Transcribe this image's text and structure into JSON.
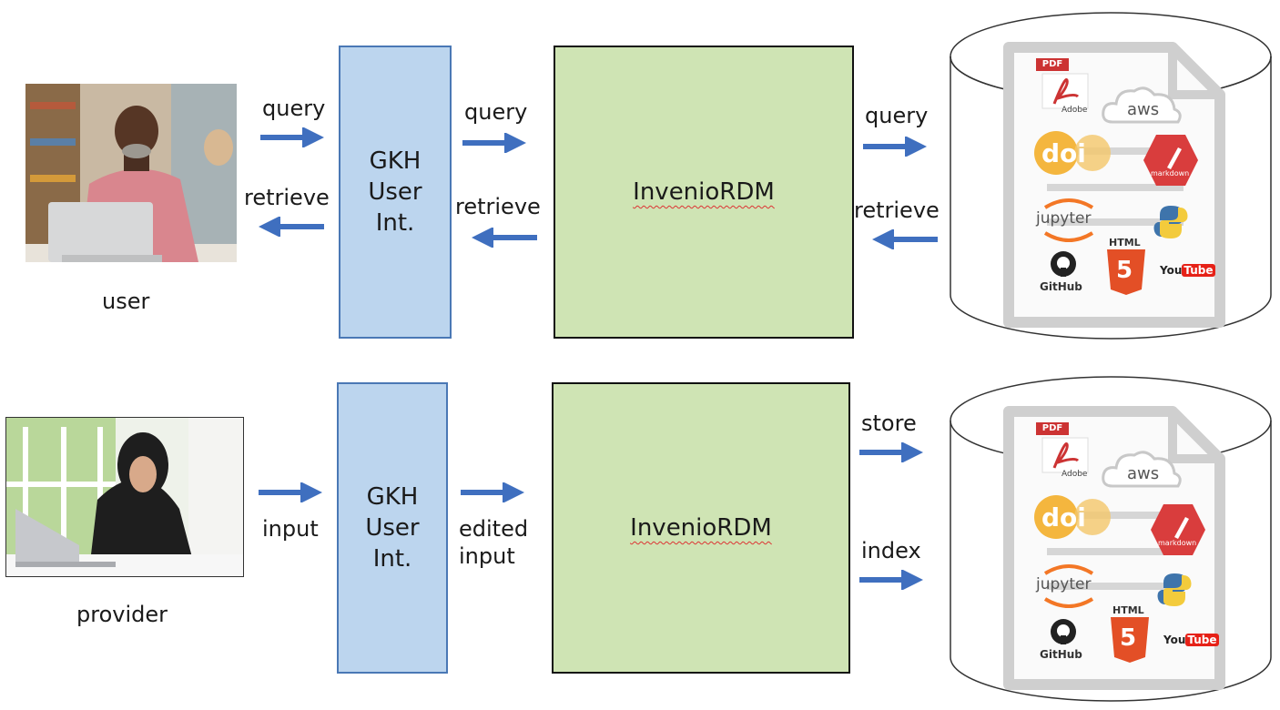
{
  "colors": {
    "ui_fill": "#bcd5ee",
    "ui_border": "#4a78b5",
    "rdm_fill": "#cfe4b4",
    "arrow": "#3f6fbf"
  },
  "top": {
    "person_label": "user",
    "person_icon": "user-photo",
    "arrow1_top_label": "query",
    "arrow1_bottom_label": "retrieve",
    "ui_box_text": "GKH\nUser\nInt.",
    "arrow2_top_label": "query",
    "arrow2_bottom_label": "retrieve",
    "rdm_label": "InvenioRDM",
    "arrow3_top_label": "query",
    "arrow3_bottom_label": "retrieve"
  },
  "bottom": {
    "person_label": "provider",
    "person_icon": "provider-photo",
    "arrow1_label": "input",
    "ui_box_text": "GKH\nUser\nInt.",
    "arrow2_label": "edited\ninput",
    "rdm_label": "InvenioRDM",
    "arrow3_top_label": "store",
    "arrow3_bottom_label": "index"
  },
  "repository": {
    "icons": [
      "pdf-icon",
      "aws-icon",
      "doi-icon",
      "markdown-icon",
      "jupyter-icon",
      "python-icon",
      "github-icon",
      "html5-icon",
      "youtube-icon"
    ],
    "pdf_badge": "PDF",
    "pdf_caption": "Adobe",
    "aws_text": "aws",
    "doi_text": "doi",
    "markdown_text": "markdown",
    "jupyter_text": "jupyter",
    "github_text": "GitHub",
    "html_text": "HTML",
    "html_digit": "5",
    "youtube_you": "You",
    "youtube_tube": "Tube"
  }
}
